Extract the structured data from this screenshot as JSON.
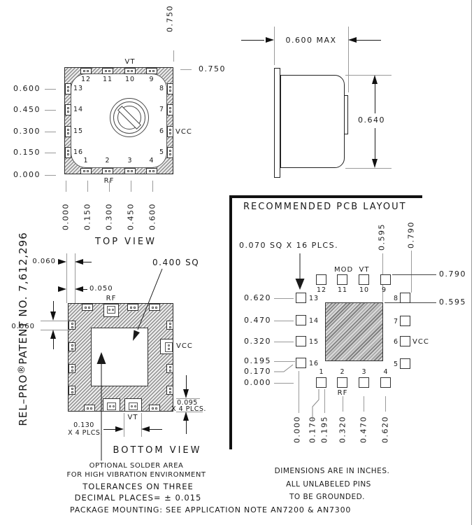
{
  "drawing": {
    "patent": {
      "brand": "REL–PRO",
      "registered": "®",
      "number": "PATENT NO. 7,612,296"
    },
    "top_view": {
      "title": "TOP VIEW",
      "pin_labels": {
        "vt": "VT",
        "rf": "RF",
        "vcc": "VCC"
      },
      "pins_top": [
        "12",
        "11",
        "10",
        "9"
      ],
      "pins_bottom": [
        "1",
        "2",
        "3",
        "4"
      ],
      "pins_left": [
        "13",
        "14",
        "15",
        "16"
      ],
      "pins_right": [
        "8",
        "7",
        "6",
        "5"
      ],
      "dims_left": [
        "0.600",
        "0.450",
        "0.300",
        "0.150",
        "0.000"
      ],
      "dims_bottom": [
        "0.000",
        "0.150",
        "0.300",
        "0.450",
        "0.600"
      ],
      "dim_height": "0.750",
      "dim_width": "0.750"
    },
    "side_view": {
      "dim_width": "0.600 MAX",
      "dim_height": "0.640"
    },
    "pcb_layout": {
      "title": "RECOMMENDED PCB LAYOUT",
      "pad_note": "0.070 SQ X 16 PLCS.",
      "pin_labels": {
        "mod": "MOD",
        "vt": "VT",
        "rf": "RF",
        "vcc": "VCC"
      },
      "pins_top": [
        "12",
        "11",
        "10",
        "9"
      ],
      "pins_bottom": [
        "1",
        "2",
        "3",
        "4"
      ],
      "pins_left": [
        "13",
        "14",
        "15",
        "16"
      ],
      "pins_right": [
        "8",
        "7",
        "6",
        "5"
      ],
      "dims_left": [
        "0.620",
        "0.470",
        "0.320",
        "0.195",
        "0.170",
        "0.000"
      ],
      "dims_bottom": [
        "0.000",
        "0.170",
        "0.195",
        "0.320",
        "0.470",
        "0.620"
      ],
      "dims_top": [
        "0.595",
        "0.790"
      ],
      "dims_right": [
        "0.790",
        "0.595"
      ]
    },
    "bottom_view": {
      "title": "BOTTOM VIEW",
      "pin_labels": {
        "rf": "RF",
        "vcc": "VCC",
        "vt": "VT"
      },
      "dims": {
        "edge_offset": "0.060",
        "pad_offset": "0.050",
        "pad_height": "0.060",
        "solder_area": "0.400  SQ",
        "pad_depth": "0.095",
        "pad_depth_note": "X 4 PLCS.",
        "pad_width": "0.130",
        "pad_width_note": "X 4 PLCS."
      }
    },
    "notes": {
      "solder_line1": "OPTIONAL SOLDER AREA",
      "solder_line2": "FOR HIGH VIBRATION ENVIRONMENT",
      "tolerance_line1": "TOLERANCES ON THREE",
      "tolerance_line2": "DECIMAL PLACES= ± 0.015",
      "mounting": "PACKAGE MOUNTING: SEE APPLICATION NOTE AN7200 & AN7300",
      "units": "DIMENSIONS ARE IN INCHES.",
      "ground_line1": "ALL UNLABELED PINS",
      "ground_line2": "TO BE GROUNDED."
    }
  }
}
